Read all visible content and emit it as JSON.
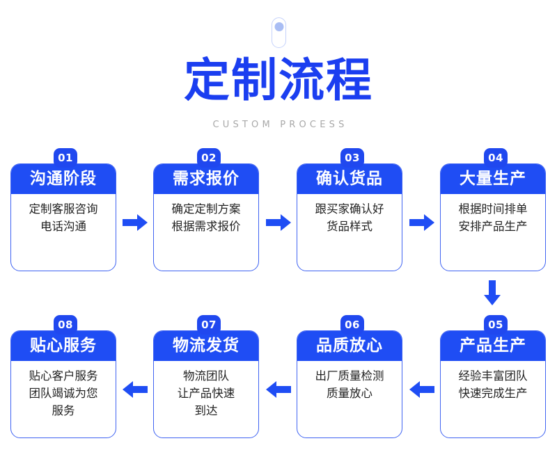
{
  "header": {
    "title": "定制流程",
    "subtitle": "CUSTOM PROCESS",
    "decoration_icon": "pill-capsule-icon"
  },
  "colors": {
    "primary_blue": "#1f4df4",
    "title_blue": "#1b3ef0",
    "badge_blue": "#2048ef",
    "card_border": "#3f63f2",
    "arrow_blue": "#1f4df4",
    "subtitle_gray": "#a8a8a8",
    "deco_outline": "#c5d2fb",
    "deco_dot": "#a9bdf4",
    "background": "#ffffff"
  },
  "flow": {
    "row1": [
      {
        "number": "01",
        "title": "沟通阶段",
        "lines": [
          "定制客服咨询",
          "电话沟通"
        ]
      },
      {
        "number": "02",
        "title": "需求报价",
        "lines": [
          "确定定制方案",
          "根据需求报价"
        ]
      },
      {
        "number": "03",
        "title": "确认货品",
        "lines": [
          "跟买家确认好",
          "货品样式"
        ]
      },
      {
        "number": "04",
        "title": "大量生产",
        "lines": [
          "根据时间排单",
          "安排产品生产"
        ]
      }
    ],
    "row2": [
      {
        "number": "08",
        "title": "贴心服务",
        "lines": [
          "贴心客户服务",
          "团队竭诚为您",
          "服务"
        ]
      },
      {
        "number": "07",
        "title": "物流发货",
        "lines": [
          "物流团队",
          "让产品快速",
          "到达"
        ]
      },
      {
        "number": "06",
        "title": "品质放心",
        "lines": [
          "出厂质量检测",
          "质量放心"
        ]
      },
      {
        "number": "05",
        "title": "产品生产",
        "lines": [
          "经验丰富团队",
          "快速完成生产"
        ]
      }
    ],
    "arrows": {
      "row1": [
        "arrow-right-icon",
        "arrow-right-icon",
        "arrow-right-icon"
      ],
      "connector": "arrow-down-icon",
      "row2": [
        "arrow-left-icon",
        "arrow-left-icon",
        "arrow-left-icon"
      ]
    }
  }
}
